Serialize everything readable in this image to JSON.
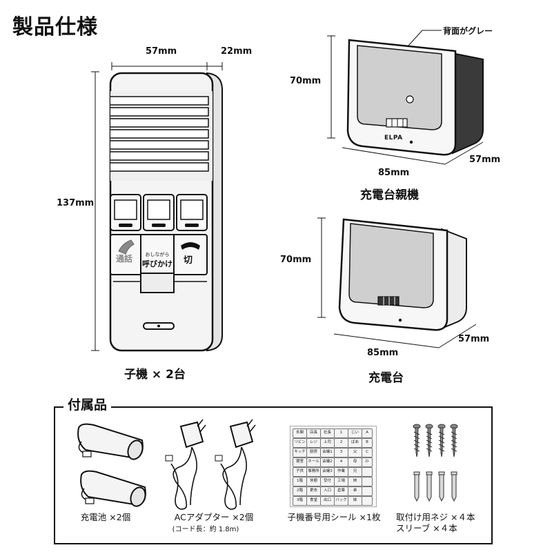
{
  "page_title": "製品仕様",
  "handset": {
    "width": "57mm",
    "depth": "22mm",
    "height": "137mm",
    "button_call": "通話",
    "button_page_small": "おしながら",
    "button_page": "呼びかけ",
    "button_end": "切",
    "caption": "子機 × 2台"
  },
  "parent_base": {
    "note": "背面がグレー",
    "height": "70mm",
    "width": "85mm",
    "depth": "57mm",
    "logo": "ELPA",
    "caption": "充電台親機"
  },
  "charger": {
    "height": "70mm",
    "width": "85mm",
    "depth": "57mm",
    "caption": "充電台"
  },
  "accessories": {
    "title": "付属品",
    "battery": "充電池 ×2個",
    "adapter": "ACアダプター ×2個",
    "adapter_note": "(コード長：約 1.8m)",
    "sticker": "子機番号用シール ×1枚",
    "screws": "取付け用ネジ ×４本",
    "sleeves": "スリーブ ×４本",
    "sticker_rows": [
      [
        "玄関",
        "店長",
        "社長",
        "1",
        "じい",
        "A"
      ],
      [
        "リビング",
        "レジ",
        "上司",
        "2",
        "ばあ",
        "B"
      ],
      [
        "キッチン",
        "厨房",
        "会議1",
        "3",
        "父",
        "C"
      ],
      [
        "寝室",
        "ホール",
        "会議2",
        "4",
        "母",
        "D"
      ],
      [
        "子供",
        "事務所",
        "会議3",
        "作業",
        "兄",
        ""
      ],
      [
        "1階",
        "休憩",
        "受付",
        "工場",
        "姉",
        ""
      ],
      [
        "2階",
        "更衣",
        "入口",
        "倉庫",
        "弟",
        ""
      ],
      [
        "3階",
        "食堂",
        "出口",
        "バックヤード",
        "妹",
        ""
      ]
    ]
  },
  "colors": {
    "line": "#111111",
    "body": "#f2f2f2",
    "dark_back": "#3a3a3a",
    "slot": "#c9c9c9"
  }
}
